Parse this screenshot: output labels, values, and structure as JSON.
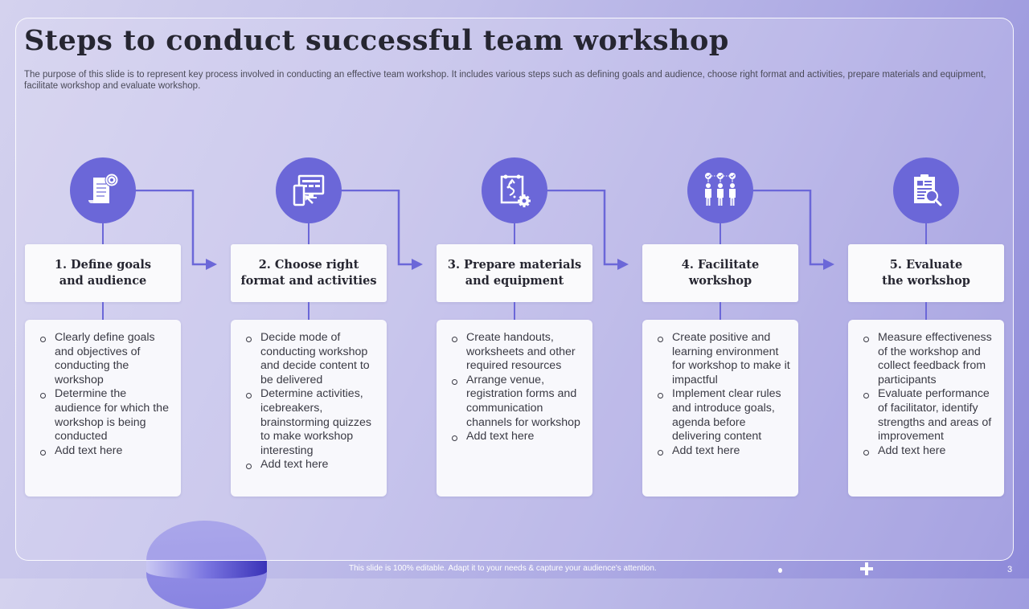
{
  "slide": {
    "title": "Steps to conduct successful team workshop",
    "subtitle": "The purpose of this slide is to represent key process involved in conducting an effective team workshop. It includes various steps such as defining goals and audience, choose right format and activities, prepare materials and equipment, facilitate workshop and evaluate workshop.",
    "footer_text": "This slide is 100% editable. Adapt it to your needs & capture your audience's attention.",
    "page_number": "3"
  },
  "colors": {
    "accent": "#6b67d8",
    "title_text": "#262631",
    "card_bg": "#fafafc"
  },
  "steps": [
    {
      "icon": "document-target-icon",
      "heading_line1": "1. Define goals",
      "heading_line2": "and audience",
      "bullets": [
        "Clearly define goals and objectives of conducting the workshop",
        "Determine the audience for which the workshop is being conducted",
        "Add text here"
      ]
    },
    {
      "icon": "devices-click-icon",
      "heading_line1": "2. Choose right",
      "heading_line2": "format and activities",
      "bullets": [
        "Decide mode of conducting workshop and decide content to be delivered",
        "Determine activities, icebreakers, brainstorming quizzes to make workshop interesting",
        "Add text here"
      ]
    },
    {
      "icon": "clipboard-gear-icon",
      "heading_line1": "3. Prepare materials",
      "heading_line2": "and equipment",
      "bullets": [
        "Create handouts, worksheets and other required resources",
        "Arrange venue, registration forms and communication channels for workshop",
        "Add text here"
      ]
    },
    {
      "icon": "team-checklist-icon",
      "heading_line1": "4. Facilitate",
      "heading_line2": "workshop",
      "bullets": [
        "Create positive and learning environment for workshop to make it impactful",
        "Implement clear rules and introduce goals, agenda before delivering content",
        "Add text here"
      ]
    },
    {
      "icon": "clipboard-search-icon",
      "heading_line1": "5. Evaluate",
      "heading_line2": "the workshop",
      "bullets": [
        "Measure effectiveness of the workshop and collect feedback from participants",
        "Evaluate performance of facilitator, identify strengths and areas of improvement",
        "Add text here"
      ]
    }
  ]
}
